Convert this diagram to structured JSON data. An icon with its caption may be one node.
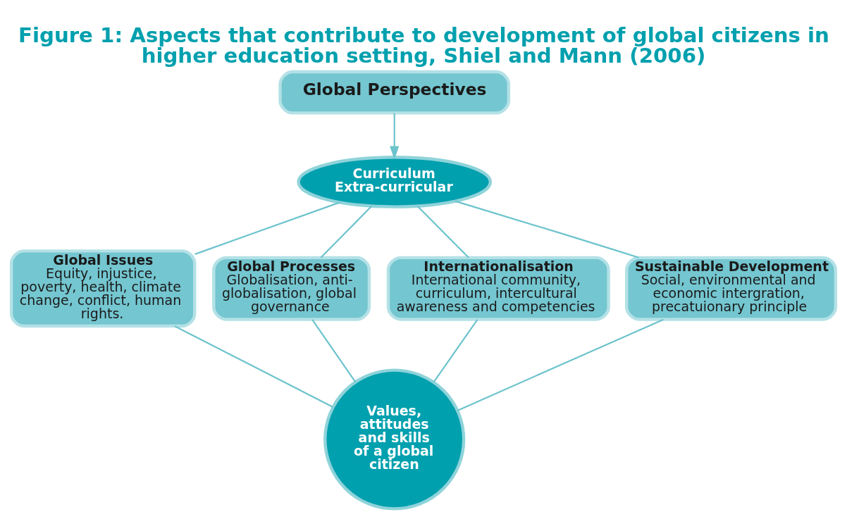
{
  "diagram": {
    "title": "Figure 1: Aspects that contribute to development of global citizens in higher education setting, Shiel and Mann (2006)",
    "nodes": [
      {
        "text": [
          "Global Perspectives"
        ]
      },
      {
        "text": [
          "Curriculum Extra-curricular"
        ]
      },
      {
        "text": [
          "Global Issues",
          "Equity, injustice, poverty, health, climate change, conflict, human rights."
        ]
      },
      {
        "text": [
          "Global Processes",
          "Globalisation, anti-globalisation, global governance"
        ]
      },
      {
        "text": [
          "Internationalisation",
          "International community, curriculum, intercultural awareness and competencies"
        ]
      },
      {
        "text": [
          "Sustainable Development",
          "Social, environmental and economic intergration, precatuionary principle"
        ]
      },
      {
        "text": [
          "Values, attitudes and skills of a global citizen"
        ]
      }
    ],
    "edges": [
      {
        "from": 0,
        "to": 1,
        "arrow": "to"
      },
      {
        "from": 1,
        "to": 2,
        "arrow": "none"
      },
      {
        "from": 1,
        "to": 3,
        "arrow": "none"
      },
      {
        "from": 1,
        "to": 4,
        "arrow": "none"
      },
      {
        "from": 1,
        "to": 5,
        "arrow": "none"
      },
      {
        "from": 2,
        "to": 6,
        "arrow": "none"
      },
      {
        "from": 3,
        "to": 6,
        "arrow": "none"
      },
      {
        "from": 4,
        "to": 6,
        "arrow": "none"
      },
      {
        "from": 5,
        "to": 6,
        "arrow": "none"
      }
    ]
  }
}
